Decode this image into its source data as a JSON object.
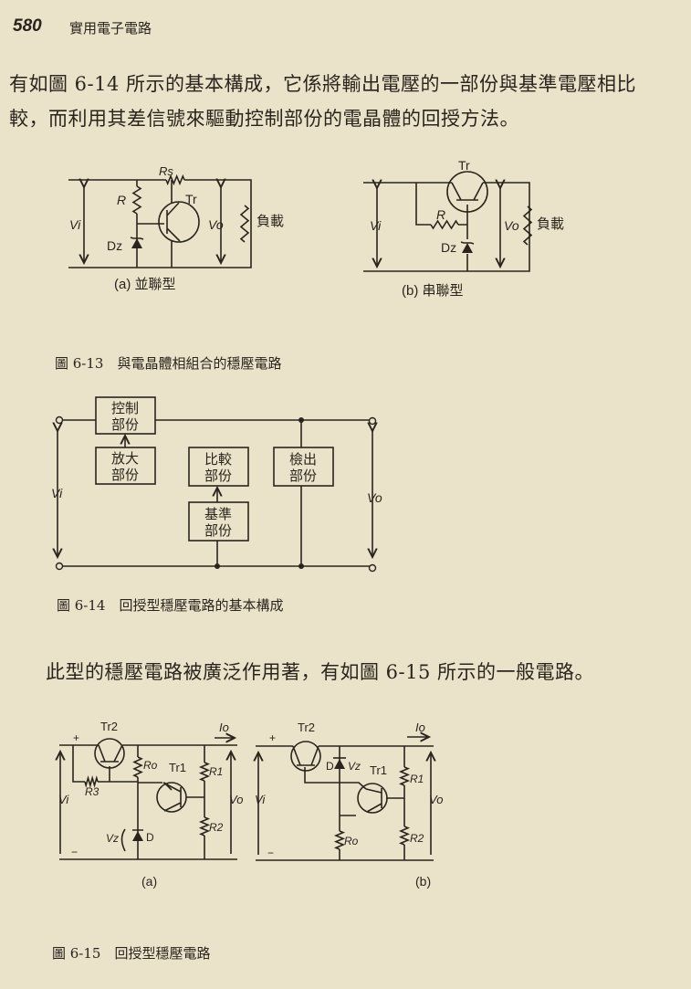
{
  "header": {
    "page_number": "580",
    "running_title": "實用電子電路"
  },
  "paragraphs": [
    "有如圖 6-14 所示的基本構成，它係將輸出電壓的一部份與基準電壓相比",
    "較，而利用其差信號來驅動控制部份的電晶體的回授方法。",
    "此型的穩壓電路被廣泛作用著，有如圖 6-15 所示的一般電路。"
  ],
  "fig13": {
    "caption": "圖 6-13　與電晶體相組合的穩壓電路",
    "a": {
      "label": "(a)  並聯型",
      "rs": "Rs",
      "r": "R",
      "tr": "Tr",
      "vi": "Vi",
      "vo": "Vo",
      "dz": "Dz",
      "load": "負載"
    },
    "b": {
      "label": "(b)  串聯型",
      "r": "R",
      "tr": "Tr",
      "vi": "Vi",
      "vo": "Vo",
      "dz": "Dz",
      "load": "負載"
    }
  },
  "fig14": {
    "caption": "圖 6-14　回授型穩壓電路的基本構成",
    "blocks": {
      "control": [
        "控制",
        "部份"
      ],
      "amplifier": [
        "放大",
        "部份"
      ],
      "compare": [
        "比較",
        "部份"
      ],
      "reference": [
        "基準",
        "部份"
      ],
      "detect": [
        "檢出",
        "部份"
      ]
    },
    "vi": "Vi",
    "vo": "Vo"
  },
  "fig15": {
    "caption": "圖 6-15　回授型穩壓電路",
    "a": {
      "label": "(a)",
      "tr2": "Tr2",
      "tr1": "Tr1",
      "ro": "Ro",
      "r1": "R1",
      "r2": "R2",
      "r3": "R3",
      "vi": "Vi",
      "vo": "Vo",
      "vz": "Vz",
      "d": "D",
      "io": "Io",
      "plus": "+",
      "minus": "−"
    },
    "b": {
      "label": "(b)",
      "tr2": "Tr2",
      "tr1": "Tr1",
      "ro": "Ro",
      "r1": "R1",
      "r2": "R2",
      "vi": "Vi",
      "vo": "Vo",
      "vz": "Vz",
      "d": "D",
      "io": "Io",
      "plus": "+",
      "minus": "−"
    }
  }
}
